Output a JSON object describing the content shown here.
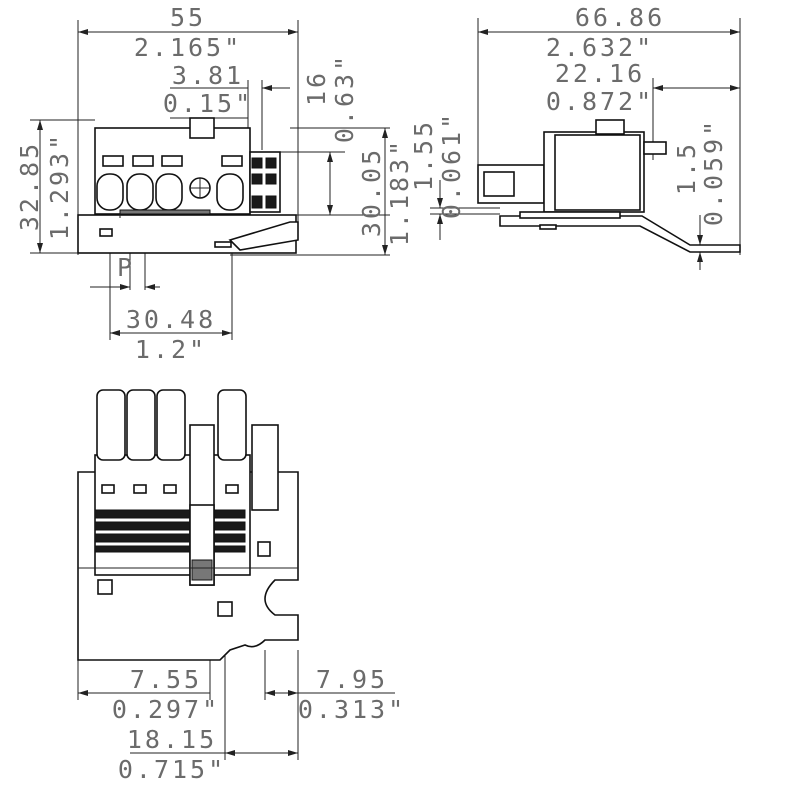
{
  "front_view": {
    "width_mm": "55",
    "width_in": "2.165\"",
    "pitch_small_mm": "3.81",
    "pitch_small_in": "0.15\"",
    "offset_mm": "16",
    "offset_in": "0.63\"",
    "height_mm": "32.85",
    "height_in": "1.293\"",
    "inner_height_mm": "30.05",
    "inner_height_in": "1.183\"",
    "pitch_label": "P",
    "span_mm": "30.48",
    "span_in": "1.2\""
  },
  "side_view": {
    "length_mm": "66.86",
    "length_in": "2.632\"",
    "depth_mm": "22.16",
    "depth_in": "0.872\"",
    "thick1_mm": "1.55",
    "thick1_in": "0.061\"",
    "thick2_mm": "1.5",
    "thick2_in": "0.059\""
  },
  "top_view": {
    "left_mm": "7.55",
    "left_in": "0.297\"",
    "right_mm": "7.95",
    "right_in": "0.313\"",
    "mid_mm": "18.15",
    "mid_in": "0.715\""
  }
}
